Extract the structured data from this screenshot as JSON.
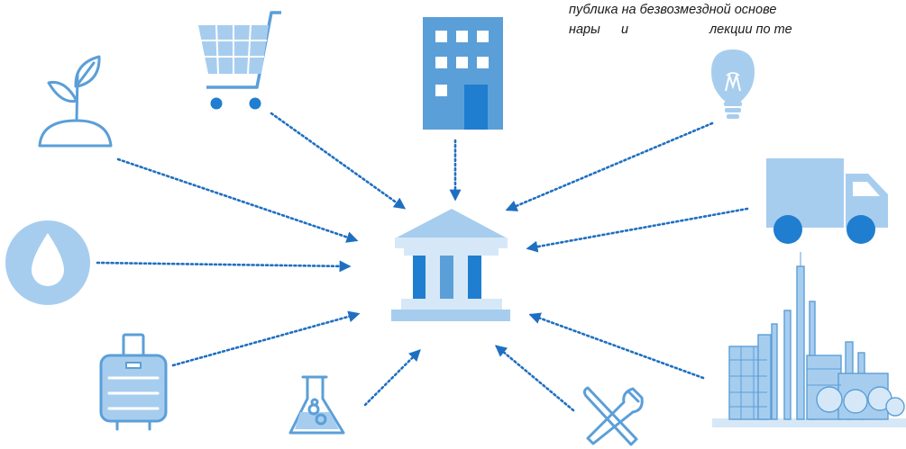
{
  "caption": {
    "line1": "публика на безвозмездной основе",
    "line2_words": [
      "нары",
      "и",
      "лекции по те"
    ]
  },
  "colors": {
    "dark_blue": "#1f7ecf",
    "mid_blue": "#5b9fd8",
    "light_blue": "#a7cdee",
    "pale_blue": "#d6e8f7",
    "arrow": "#1f6fc1"
  },
  "icons": [
    "sprout-icon",
    "shopping-cart-icon",
    "office-building-icon",
    "lightbulb-icon",
    "delivery-truck-icon",
    "water-drop-icon",
    "bank-icon",
    "factory-icon",
    "suitcase-icon",
    "flask-icon",
    "fork-knife-icon"
  ]
}
